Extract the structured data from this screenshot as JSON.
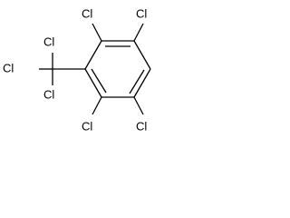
{
  "molecule": {
    "atoms": [
      {
        "id": "cl_ring_top_left",
        "symbol": "Cl"
      },
      {
        "id": "cl_ring_top_right",
        "symbol": "Cl"
      },
      {
        "id": "cl_ccl3_upper",
        "symbol": "Cl"
      },
      {
        "id": "cl_ccl3_left",
        "symbol": "Cl"
      },
      {
        "id": "cl_ccl3_lower",
        "symbol": "Cl"
      },
      {
        "id": "cl_ring_bottom_left",
        "symbol": "Cl"
      },
      {
        "id": "cl_ring_bottom_right",
        "symbol": "Cl"
      }
    ],
    "colors": {
      "bond": "#000000",
      "label": "#000000",
      "background": "#ffffff"
    }
  }
}
